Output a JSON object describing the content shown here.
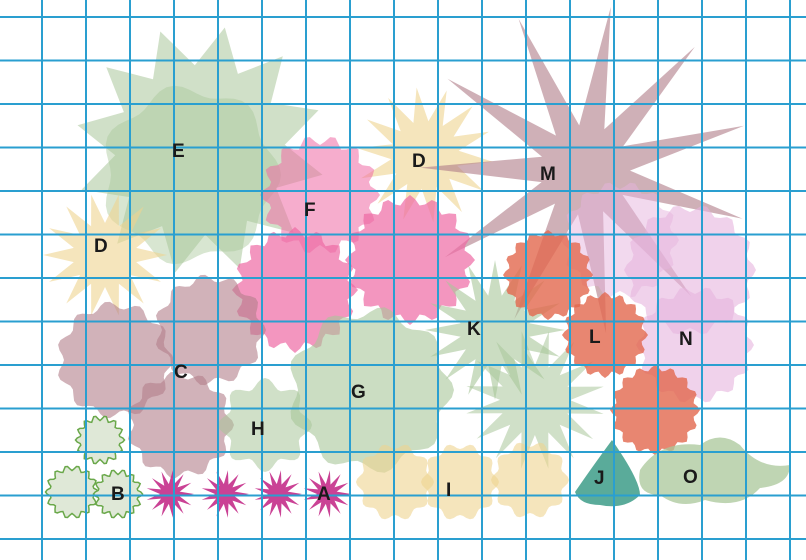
{
  "colors": {
    "grid": "#2a9fd0",
    "sage": "#a9c79a",
    "mauve": "#b27f8a",
    "pink": "#ee6aa4",
    "orange": "#e2684d",
    "lilac": "#e6b4de",
    "yellow": "#eed38f",
    "teal": "#3d9c88",
    "magenta": "#c42e8a",
    "cream": "#dfe8d7"
  },
  "labels": {
    "a": "A",
    "b": "B",
    "c": "C",
    "d1": "D",
    "d2": "D",
    "e": "E",
    "f": "F",
    "g": "G",
    "h": "H",
    "i": "I",
    "j": "J",
    "k": "K",
    "l": "L",
    "m": "M",
    "n": "N",
    "o": "O"
  }
}
